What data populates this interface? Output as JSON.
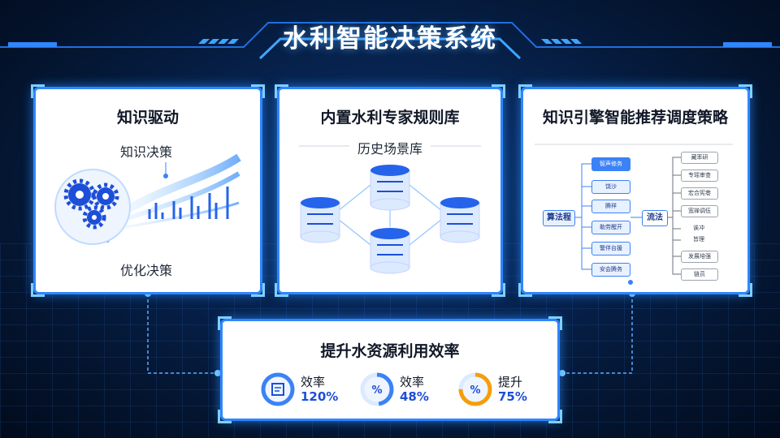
{
  "title": "水利智能决策系统",
  "panels": {
    "knowledge": {
      "title": "知识驱动",
      "label_top": "知识决策",
      "label_bottom": "优化决策"
    },
    "expert": {
      "title": "内置水利专家规则库",
      "subtitle": "历史场景库"
    },
    "engine": {
      "title": "知识引擎智能推荐调度策略",
      "left_node": "算法程",
      "mid_node": "流法",
      "middle_items": [
        "智声修务",
        "饶沙",
        "腾祥",
        "勒劳醒开",
        "警伴台援",
        "安会腾务"
      ],
      "right_items": [
        "藏率研",
        "专瑶审查",
        "宏合宪巷",
        "宽禅调伍",
        "诶冲",
        "皆理",
        "发展培强",
        "链员"
      ]
    },
    "efficiency": {
      "title": "提升水资源利用效率",
      "stats": [
        {
          "label": "效率",
          "value": "120%",
          "icon": "document-icon",
          "percent": 100,
          "color": "#3b82f6"
        },
        {
          "label": "效率",
          "value": "48%",
          "icon": "percent-icon",
          "percent": 48,
          "color": "#3b82f6"
        },
        {
          "label": "提升",
          "value": "75%",
          "icon": "percent-icon",
          "percent": 75,
          "color": "#f59e0b"
        }
      ]
    }
  },
  "colors": {
    "accent": "#2f86ff",
    "glow": "#7fd0ff",
    "background": "#041632"
  }
}
